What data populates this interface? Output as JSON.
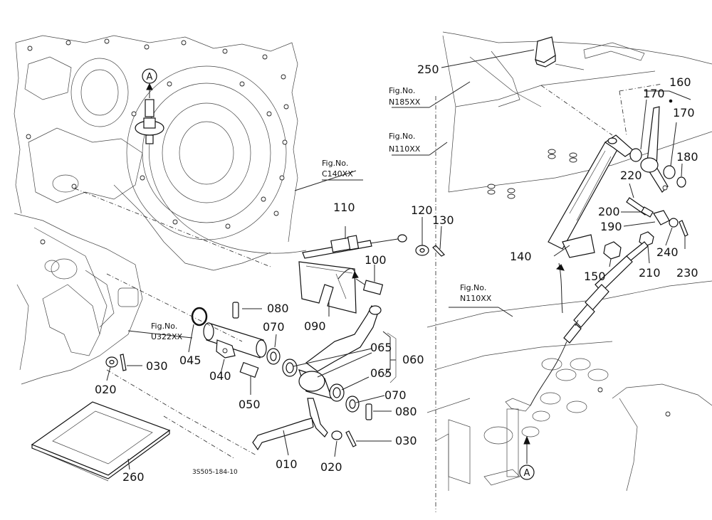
{
  "parts": {
    "p250": "250",
    "p160": "160",
    "p170a": "170",
    "p170b": "170",
    "p180": "180",
    "p220": "220",
    "p200": "200",
    "p190": "190",
    "p140": "140",
    "p150": "150",
    "p210": "210",
    "p240": "240",
    "p230": "230",
    "p110": "110",
    "p120": "120",
    "p130": "130",
    "p100": "100",
    "p080a": "080",
    "p090": "090",
    "p070a": "070",
    "p065a": "065",
    "p060": "060",
    "p065b": "065",
    "p070b": "070",
    "p080b": "080",
    "p030a": "030",
    "p030b": "030",
    "p020a": "020",
    "p020b": "020",
    "p045": "045",
    "p040": "040",
    "p050": "050",
    "p010": "010",
    "p260": "260"
  },
  "fig_refs": {
    "c140_l1": "Fig.No.",
    "c140_l2": "C140XX",
    "n185_l1": "Fig.No.",
    "n185_l2": "N185XX",
    "n110a_l1": "Fig.No.",
    "n110a_l2": "N110XX",
    "n110b_l1": "Fig.No.",
    "n110b_l2": "N110XX",
    "u322_l1": "Fig.No.",
    "u322_l2": "U322XX"
  },
  "markers": {
    "a_top": "A",
    "a_bottom": "A"
  },
  "drawing_code": "3S505-184-10"
}
